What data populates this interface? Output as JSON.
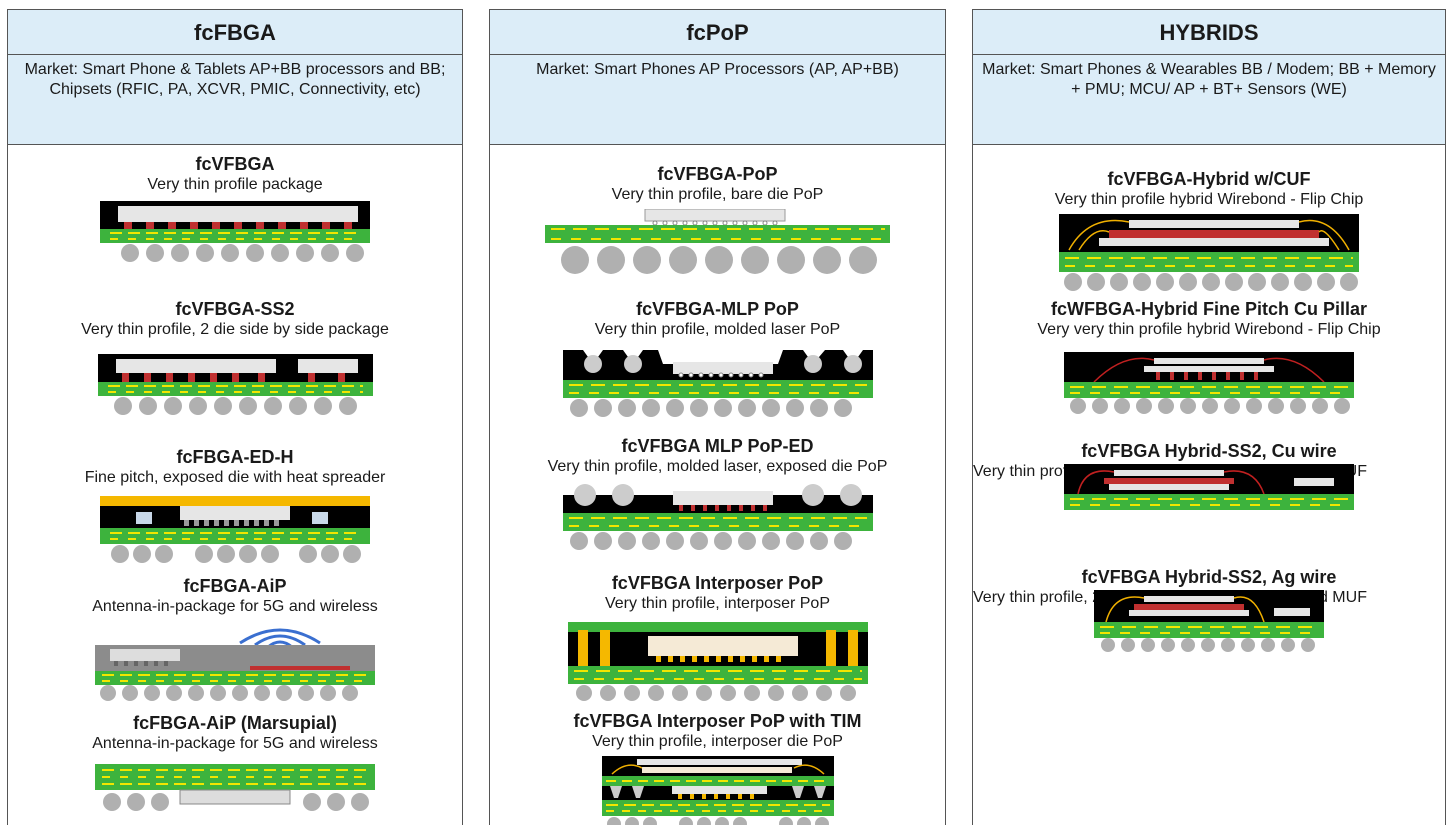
{
  "columns": [
    {
      "title": "fcFBGA",
      "market": "Market:  Smart Phone & Tablets AP+BB processors and BB; Chipsets (RFIC, PA, XCVR, PMIC, Connectivity, etc)",
      "packages": [
        {
          "name": "fcVFBGA",
          "desc": "Very thin profile package"
        },
        {
          "name": "fcVFBGA-SS2",
          "desc": "Very thin profile, 2 die side by side package"
        },
        {
          "name": "fcFBGA-ED-H",
          "desc": "Fine pitch, exposed die with heat spreader"
        },
        {
          "name": "fcFBGA-AiP",
          "desc": "Antenna-in-package for 5G and wireless"
        },
        {
          "name": "fcFBGA-AiP (Marsupial)",
          "desc": "Antenna-in-package for 5G and wireless"
        }
      ]
    },
    {
      "title": "fcPoP",
      "market": "Market:  Smart Phones AP Processors  (AP, AP+BB)",
      "packages": [
        {
          "name": "fcVFBGA-PoP",
          "desc": "Very thin profile, bare die PoP"
        },
        {
          "name": "fcVFBGA-MLP PoP",
          "desc": "Very thin profile, molded laser PoP"
        },
        {
          "name": "fcVFBGA MLP PoP-ED",
          "desc": "Very thin profile, molded laser, exposed die PoP"
        },
        {
          "name": "fcVFBGA Interposer PoP",
          "desc": "Very thin profile, interposer PoP"
        },
        {
          "name": "fcVFBGA Interposer PoP with TIM",
          "desc": "Very thin profile, interposer die PoP"
        }
      ]
    },
    {
      "title": "HYBRIDS",
      "market": "Market:  Smart Phones & Wearables BB / Modem; BB + Memory + PMU; MCU/ AP + BT+ Sensors (WE)",
      "packages": [
        {
          "name": "fcVFBGA-Hybrid w/CUF",
          "desc": "Very thin profile hybrid Wirebond  - Flip Chip"
        },
        {
          "name": "fcWFBGA-Hybrid Fine Pitch Cu Pillar",
          "desc": "Very very thin profile hybrid Wirebond - Flip Chip"
        },
        {
          "name": "fcVFBGA Hybrid-SS2, Cu wire",
          "desc": "Very thin profile, 2 die side by side, stacked hybrid MUF"
        },
        {
          "name": "fcVFBGA Hybrid-SS2, Ag wire",
          "desc": "Very thin profile, 2 die side by side, stacked hybrid MUF"
        }
      ]
    }
  ],
  "colors": {
    "header_bg": "#dcedf8",
    "substrate": "#3db33d",
    "trace": "#f2e600",
    "mold": "#000000",
    "die": "#e6e6e6",
    "bump": "#c03030",
    "ball": "#b0b0b0",
    "heat_spreader": "#f5b800",
    "antenna_mold": "#8c8c8c",
    "wire_gold": "#f0b000",
    "wire_cu": "#c02020"
  }
}
